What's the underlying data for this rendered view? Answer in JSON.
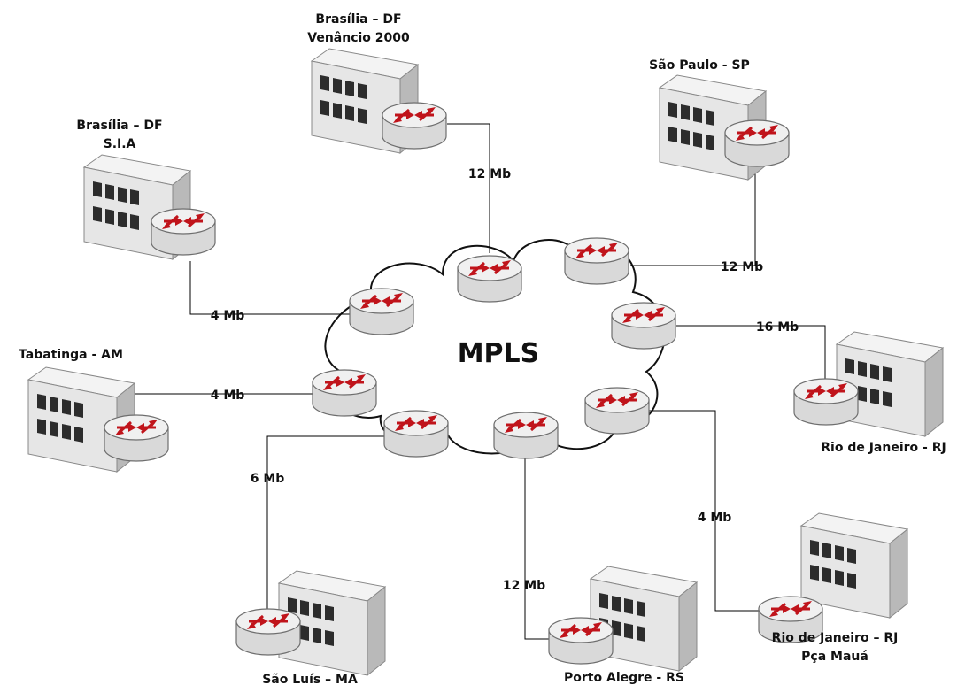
{
  "diagram": {
    "cloud_label": "MPLS",
    "sites": [
      {
        "id": "brasilia-venancio",
        "name": "Brasília – DF",
        "subtitle": "Venâncio 2000",
        "link": "12 Mb"
      },
      {
        "id": "sao-paulo",
        "name": "São Paulo - SP",
        "subtitle": "",
        "link": "12 Mb"
      },
      {
        "id": "brasilia-sia",
        "name": "Brasília – DF",
        "subtitle": "S.I.A",
        "link": "4 Mb"
      },
      {
        "id": "rio-1",
        "name": "Rio de Janeiro - RJ",
        "subtitle": "",
        "link": "16 Mb"
      },
      {
        "id": "tabatinga",
        "name": "Tabatinga - AM",
        "subtitle": "",
        "link": "4 Mb"
      },
      {
        "id": "sao-luis",
        "name": "São Luís – MA",
        "subtitle": "",
        "link": "6 Mb"
      },
      {
        "id": "porto-alegre",
        "name": "Porto Alegre - RS",
        "subtitle": "",
        "link": "12 Mb"
      },
      {
        "id": "rio-maua",
        "name": "Rio de Janeiro – RJ",
        "subtitle": "Pça Mauá",
        "link": "4 Mb"
      }
    ]
  },
  "colors": {
    "building_front": "#e6e6e6",
    "building_side": "#b9b9b9",
    "building_top": "#f3f3f3",
    "router_body": "#d9d9d9",
    "router_top": "#f0f0f0",
    "arrows": "#c0141b",
    "line": "#000000",
    "cloud_fill": "#ffffff"
  }
}
